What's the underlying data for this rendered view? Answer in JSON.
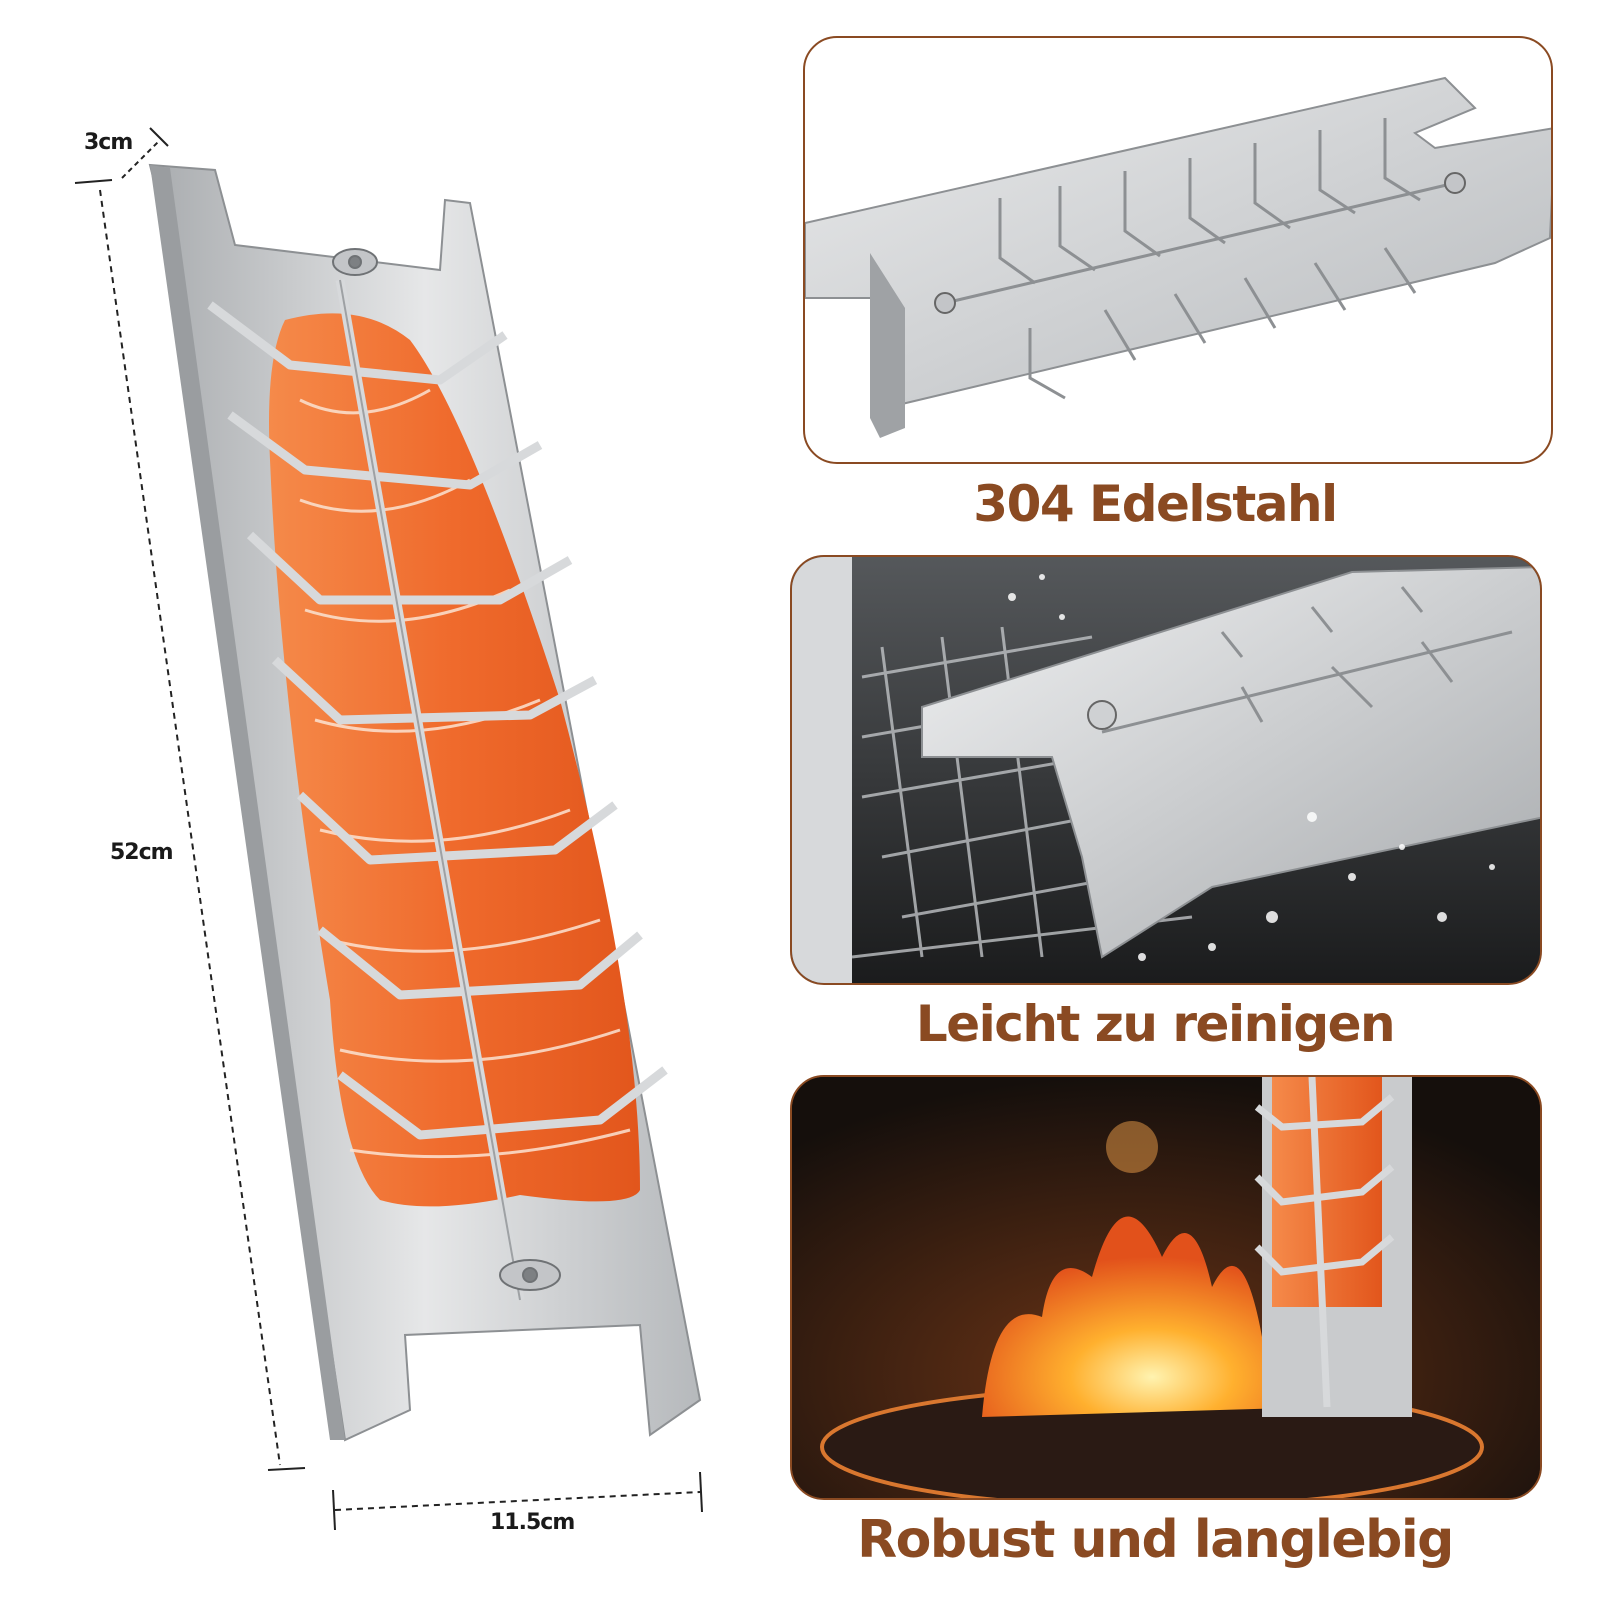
{
  "dimensions": {
    "depth": "3cm",
    "height": "52cm",
    "width": "11.5cm"
  },
  "features": [
    {
      "caption": "304 Edelstahl"
    },
    {
      "caption": "Leicht zu reinigen"
    },
    {
      "caption": "Robust und langlebig"
    }
  ],
  "colors": {
    "caption": "#8a4a22",
    "panel_border": "#8a4a22",
    "steel": "#cfd1d3",
    "salmon": "#ef6a2c"
  }
}
